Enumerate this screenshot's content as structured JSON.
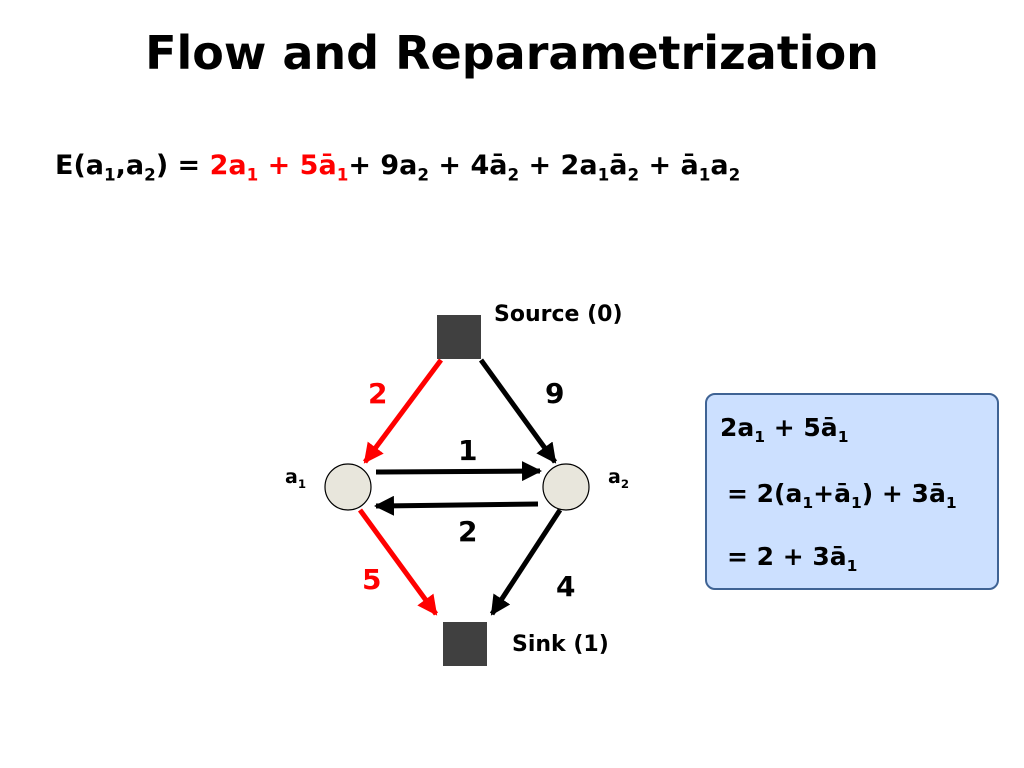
{
  "title": "Flow and Reparametrization",
  "equation": {
    "lhs_E": "E(a",
    "lhs_sub1": "1",
    "lhs_comma": ",a",
    "lhs_sub2": "2",
    "lhs_eq": ") = ",
    "t1": "2a",
    "t1_sub": "1",
    "t2": " + 5ā",
    "t2_sub": "1",
    "t3": "+ 9a",
    "t3_sub": "2",
    "t4": " + 4ā",
    "t4_sub": "2",
    "t5a": " + 2a",
    "t5a_sub": "1",
    "t5b": "ā",
    "t5b_sub": "2",
    "t6a": " + ā",
    "t6a_sub": "1",
    "t6b": "a",
    "t6b_sub": "2"
  },
  "graph": {
    "source_label": "Source (0)",
    "sink_label": "Sink (1)",
    "node1": {
      "name": "a",
      "sub": "1"
    },
    "node2": {
      "name": "a",
      "sub": "2"
    },
    "capacities": {
      "source_a1": "2",
      "source_a2": "9",
      "a1_a2": "1",
      "a2_a1": "2",
      "a1_sink": "5",
      "a2_sink": "4"
    },
    "colors": {
      "highlight": "#ff0000",
      "edge": "#000000",
      "terminal": "#404040",
      "node_fill": "#e8e6dc"
    }
  },
  "box": {
    "line1_a": "2a",
    "line1_a_sub": "1",
    "line1_b": " + 5ā",
    "line1_b_sub": "1",
    "line2_a": "= 2(a",
    "line2_a_sub": "1",
    "line2_b": "+ā",
    "line2_b_sub": "1",
    "line2_c": ") + 3ā",
    "line2_c_sub": "1",
    "line3_a": "= 2 + 3ā",
    "line3_a_sub": "1",
    "colors": {
      "fill": "#cce0ff",
      "border": "#3f6394"
    }
  }
}
